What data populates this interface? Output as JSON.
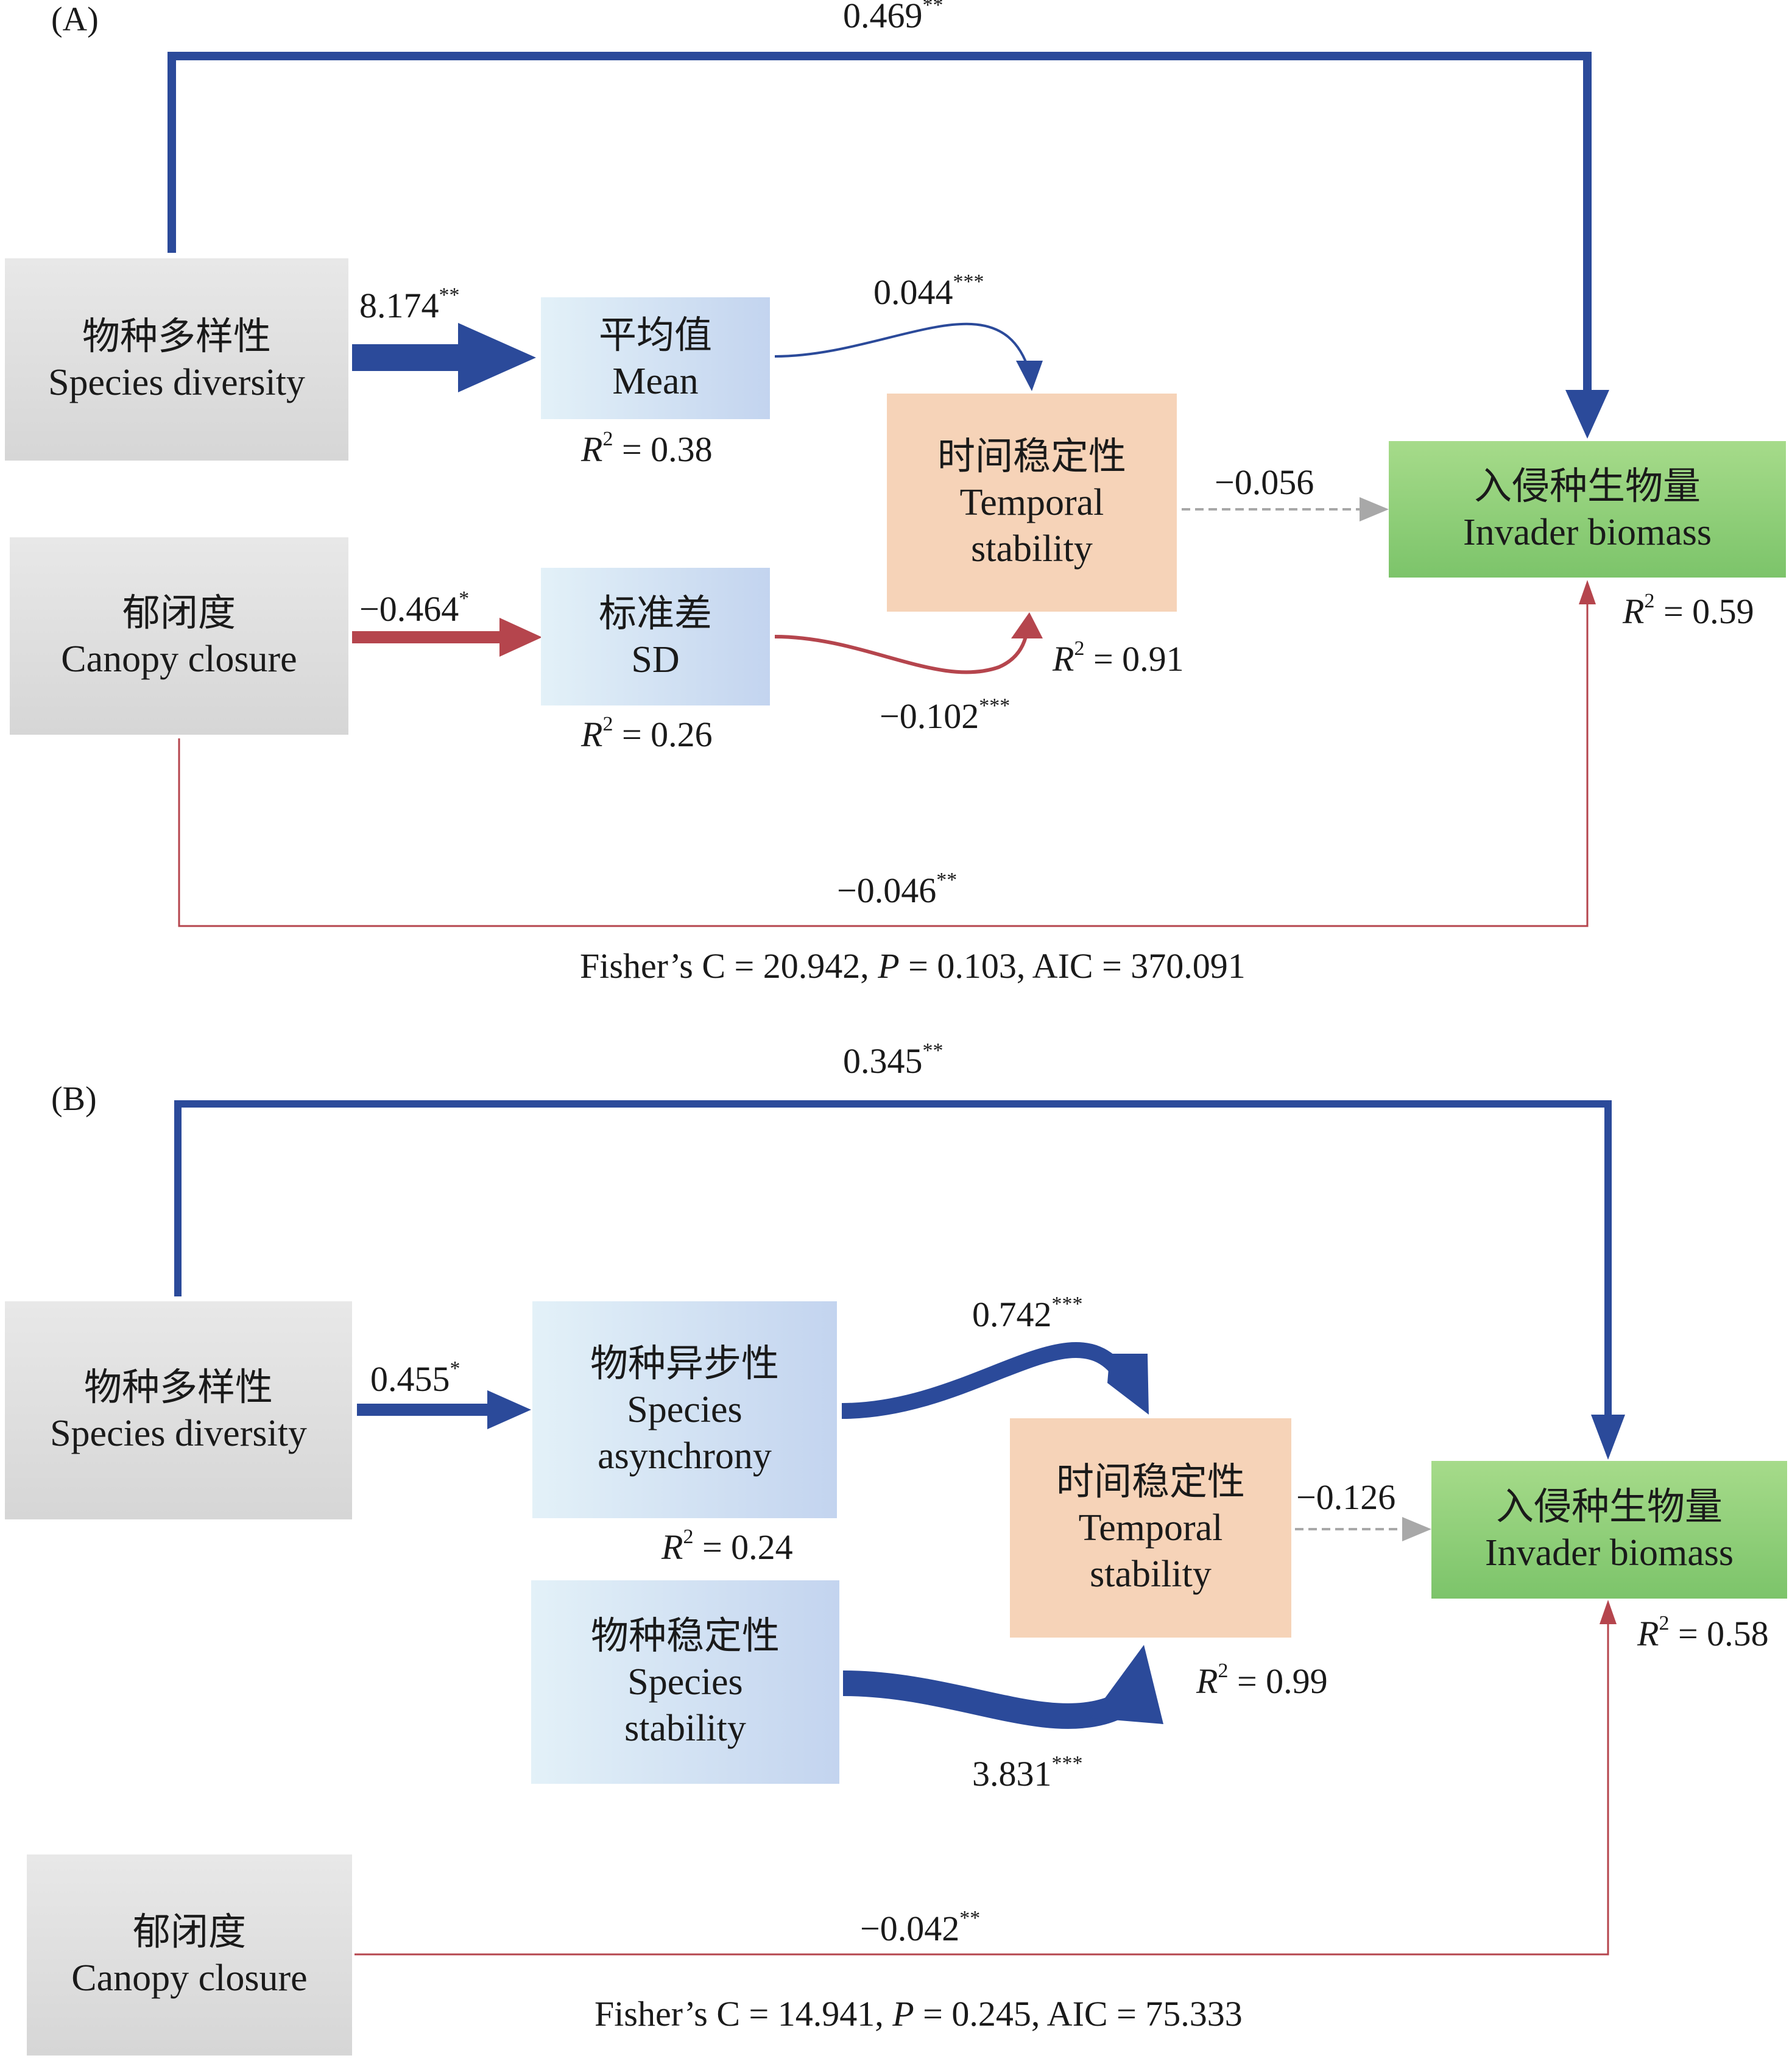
{
  "panelA": {
    "label": "(A)",
    "nodes": {
      "species_diversity": {
        "zh": "物种多样性",
        "en": "Species diversity"
      },
      "canopy_closure": {
        "zh": "郁闭度",
        "en": "Canopy closure"
      },
      "mean": {
        "zh": "平均值",
        "en": "Mean"
      },
      "sd": {
        "zh": "标准差",
        "en": "SD"
      },
      "temporal_stability": {
        "zh": "时间稳定性",
        "en1": "Temporal",
        "en2": "stability"
      },
      "invader_biomass": {
        "zh": "入侵种生物量",
        "en": "Invader biomass"
      }
    },
    "paths": {
      "diversity_to_invader": {
        "value": "0.469",
        "sig": "**"
      },
      "diversity_to_mean": {
        "value": "8.174",
        "sig": "**"
      },
      "mean_to_stability": {
        "value": "0.044",
        "sig": "***"
      },
      "canopy_to_sd": {
        "value": "−0.464",
        "sig": "*"
      },
      "sd_to_stability": {
        "value": "−0.102",
        "sig": "***"
      },
      "stability_to_invader": {
        "value": "−0.056",
        "sig": ""
      },
      "canopy_to_invader": {
        "value": "−0.046",
        "sig": "**"
      }
    },
    "r2": {
      "mean": "0.38",
      "sd": "0.26",
      "stability": "0.91",
      "invader": "0.59"
    },
    "fit": {
      "prefix": "Fisher’s C = 20.942, ",
      "p_symbol": "P",
      "suffix": " = 0.103, AIC = 370.091"
    }
  },
  "panelB": {
    "label": "(B)",
    "nodes": {
      "species_diversity": {
        "zh": "物种多样性",
        "en": "Species diversity"
      },
      "species_asynchrony": {
        "zh": "物种异步性",
        "en1": "Species",
        "en2": "asynchrony"
      },
      "species_stability": {
        "zh": "物种稳定性",
        "en1": "Species",
        "en2": "stability"
      },
      "temporal_stability": {
        "zh": "时间稳定性",
        "en1": "Temporal",
        "en2": "stability"
      },
      "invader_biomass": {
        "zh": "入侵种生物量",
        "en": "Invader biomass"
      },
      "canopy_closure": {
        "zh": "郁闭度",
        "en": "Canopy closure"
      }
    },
    "paths": {
      "diversity_to_invader": {
        "value": "0.345",
        "sig": "**"
      },
      "diversity_to_asynchrony": {
        "value": "0.455",
        "sig": "*"
      },
      "asynchrony_to_stability": {
        "value": "0.742",
        "sig": "***"
      },
      "species_stability_to_stability": {
        "value": "3.831",
        "sig": "***"
      },
      "stability_to_invader": {
        "value": "−0.126",
        "sig": ""
      },
      "canopy_to_invader": {
        "value": "−0.042",
        "sig": "**"
      }
    },
    "r2": {
      "asynchrony": "0.24",
      "stability": "0.99",
      "invader": "0.58"
    },
    "fit": {
      "prefix": "Fisher’s C = 14.941, ",
      "p_symbol": "P",
      "suffix": " = 0.245, AIC = 75.333"
    }
  },
  "r2_symbol": "R",
  "r2_exp": "2",
  "r2_eq": " = ",
  "colors": {
    "positive": "#2b4a9a",
    "negative": "#b5454d",
    "nonsignificant": "#a8a8a8"
  }
}
